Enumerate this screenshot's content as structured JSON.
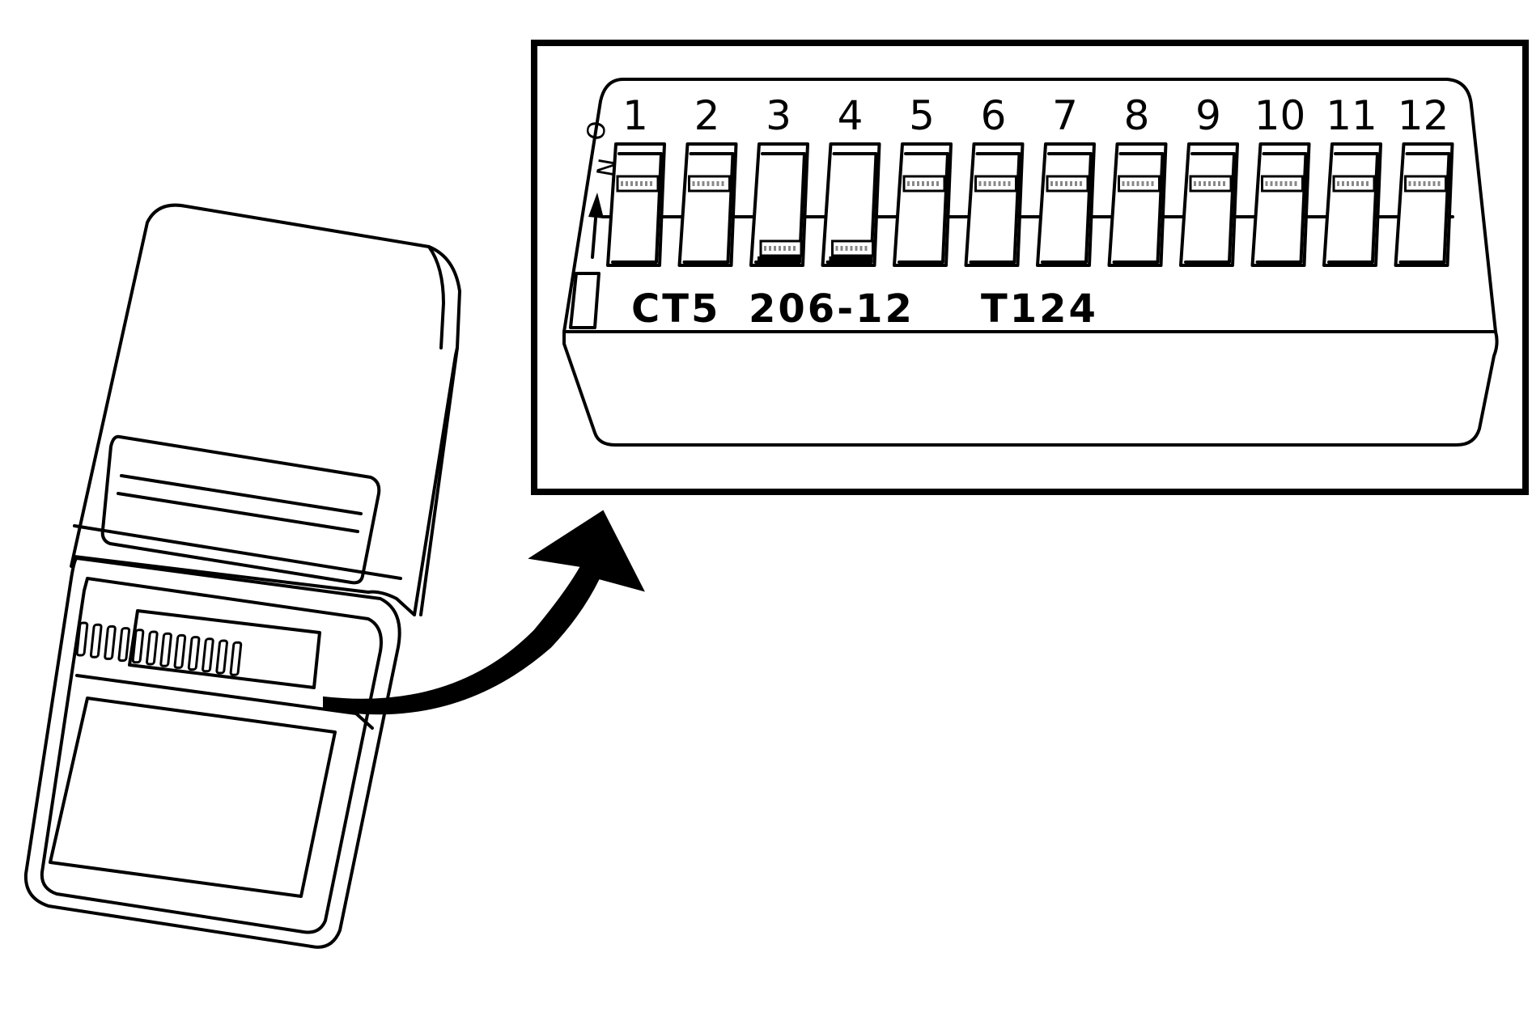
{
  "diagram": {
    "switch_numbers": [
      "1",
      "2",
      "3",
      "4",
      "5",
      "6",
      "7",
      "8",
      "9",
      "10",
      "11",
      "12"
    ],
    "switch_positions": [
      "on",
      "on",
      "off",
      "off",
      "on",
      "on",
      "on",
      "on",
      "on",
      "on",
      "on",
      "on"
    ],
    "on_label": [
      "O",
      "N"
    ],
    "codes": [
      "CT5",
      "206-12",
      "T124"
    ],
    "colors": {
      "line": "#000000",
      "background": "#ffffff",
      "dots": "#888888"
    }
  }
}
